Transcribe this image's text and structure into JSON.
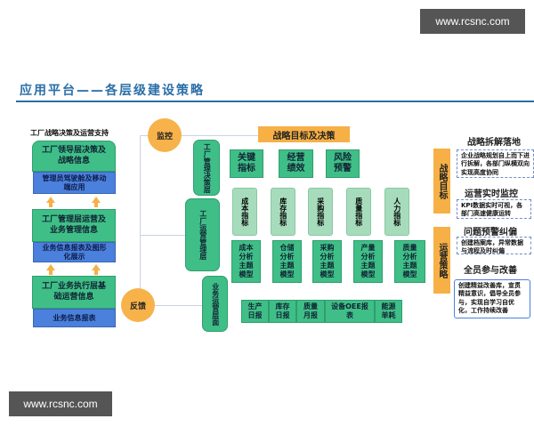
{
  "watermarks": [
    "www.rcsnc.com",
    "www.rcsnc.com"
  ],
  "title": "应用平台——各层级建设策略",
  "left": {
    "header": "工厂战略决策及运营支持",
    "layers": [
      {
        "green": "工厂领导层决策及战略信息",
        "blue": "管理员驾驶舱及移动端应用"
      },
      {
        "green": "工厂管理层运营及业务管理信息",
        "blue": "业务信息报表及图形化展示"
      },
      {
        "green": "工厂业务执行层基础运营信息",
        "blue": "业务信息报表"
      }
    ]
  },
  "circles": {
    "monitor": "监控",
    "feedback": "反馈"
  },
  "center": {
    "top_banner": "战略目标及决策",
    "levels": [
      "工厂管理决策层",
      "工厂运营管理层",
      "业务运营层面"
    ],
    "key_boxes": [
      "关键指标",
      "经营绩效",
      "风险预警"
    ],
    "indicators": [
      "成本指标",
      "库存指标",
      "采购指标",
      "质量指标",
      "人力指标"
    ],
    "models": [
      "成本分析主题模型",
      "仓储分析主题模型",
      "采购分析主题模型",
      "产量分析主题模型",
      "质量分析主题模型"
    ],
    "reports": [
      "生产日报",
      "库存日报",
      "质量月报",
      "设备OEE报表",
      "能源单耗"
    ]
  },
  "right": {
    "tags": [
      "战略目标",
      "运营策略"
    ],
    "sections": [
      {
        "heading": "战略拆解落地",
        "text": "企业战略规划自上而下进行拆解，各部门纵横双向实现高度协同"
      },
      {
        "heading": "运营实时监控",
        "text": "KPI数据实时可视，各部门高速健康运转"
      },
      {
        "heading": "问题预警纠偏",
        "text": "创建档案库，异常数据与流程及时纠偏"
      },
      {
        "heading": "全员参与改善",
        "text": "创建精益改善库，宣贯精益意识，倡导全员参与，实现自学习自优化，工作持续改善"
      }
    ]
  },
  "colors": {
    "green": "#3fbf87",
    "blue": "#4b80dc",
    "orange": "#f6b045",
    "title": "#2a6fa8"
  }
}
